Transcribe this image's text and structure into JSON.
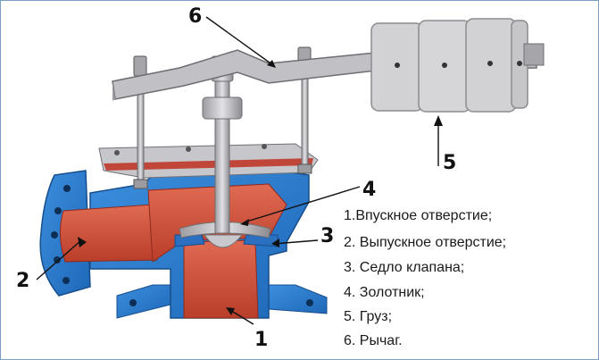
{
  "diagram": {
    "callouts": [
      {
        "id": "1",
        "label": "1"
      },
      {
        "id": "2",
        "label": "2"
      },
      {
        "id": "3",
        "label": "3"
      },
      {
        "id": "4",
        "label": "4"
      },
      {
        "id": "5",
        "label": "5"
      },
      {
        "id": "6",
        "label": "6"
      }
    ],
    "legend": [
      "1.Впускное отверстие;",
      "2.  Выпускное отверстие;",
      "3. Седло клапана;",
      "4. Золотник;",
      "5. Груз;",
      "6. Рычаг."
    ],
    "colors": {
      "body": "#2e7fd0",
      "body_dark": "#1d5ea8",
      "passage": "#d5553e",
      "metal": "#bcbcc0",
      "metal_dark": "#8c8c90",
      "weight": "#d0d0d3"
    }
  }
}
